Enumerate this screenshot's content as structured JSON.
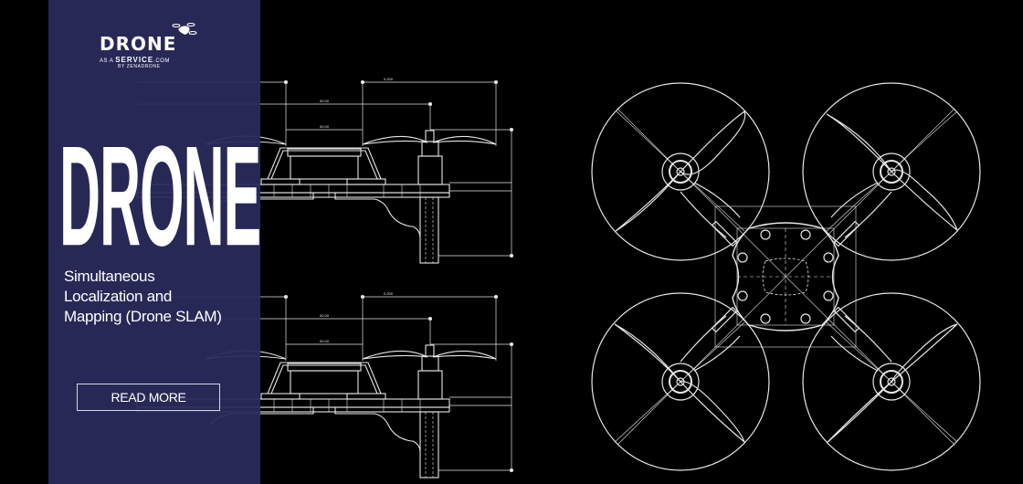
{
  "logo": {
    "brand_main": "DRONE",
    "brand_prefix": "AS A",
    "brand_service": "SERVICE",
    "brand_suffix": ".COM",
    "brand_by": "BY ZENADRONE"
  },
  "hero": {
    "title": "DRONE",
    "subtitle_line1": "Simultaneous",
    "subtitle_line2": "Localization and",
    "subtitle_line3": "Mapping (Drone SLAM)",
    "cta_label": "READ MORE"
  },
  "colors": {
    "panel": "#2b2a5c",
    "background": "#000000",
    "line": "#e6e6e6",
    "text": "#ffffff"
  },
  "icons": {
    "logo_drone": "drone-icon",
    "blueprint_side": "drone-side-view-drawing",
    "blueprint_top": "drone-top-view-drawing"
  }
}
